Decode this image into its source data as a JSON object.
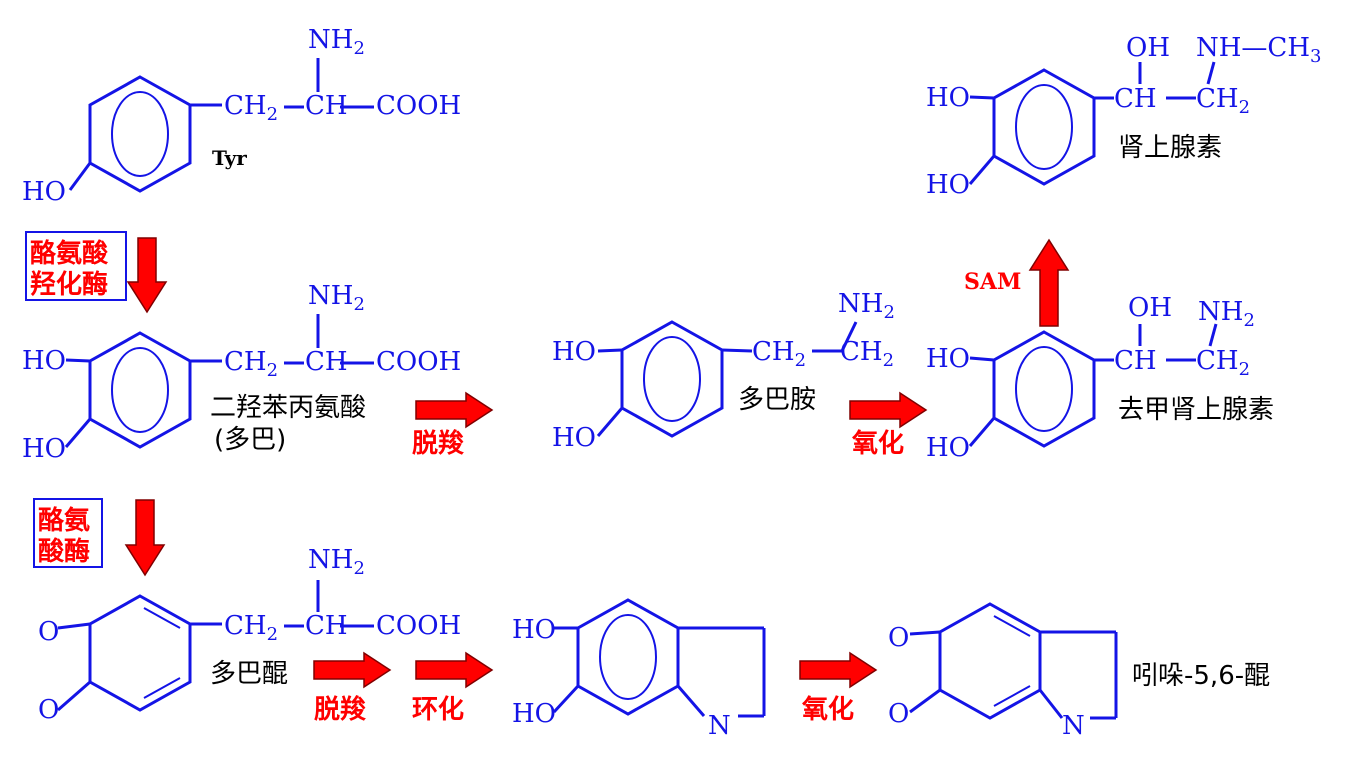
{
  "colors": {
    "structure": "#1414e6",
    "arrow": "#ff0000",
    "label": "#000000"
  },
  "groups": {
    "nh2": "NH",
    "two": "2",
    "ch": "CH",
    "cooh": "COOH",
    "ho": "HO",
    "oh": "OH",
    "o": "O",
    "n": "N",
    "nh_ch3": "NH—CH",
    "three": "3",
    "sam": "SAM",
    "dash": "—"
  },
  "compounds": {
    "tyr": "Tyr",
    "dopa_line1": "二羟苯丙氨酸",
    "dopa_line2": "(多巴)",
    "dopamine": "多巴胺",
    "norepinephrine": "去甲肾上腺素",
    "epinephrine": "肾上腺素",
    "dopaquinone": "多巴醌",
    "indole_quinone": "吲哚-5,6-醌"
  },
  "enzymes": {
    "tyrosine_hydroxylase_1": "酪氨酸",
    "tyrosine_hydroxylase_2": "羟化酶",
    "tyrosinase_1": "酪氨",
    "tyrosinase_2": "酸酶"
  },
  "reactions": {
    "decarboxylation_1": "脱羧",
    "oxidation_1": "氧化",
    "decarboxylation_2": "脱羧",
    "cyclization": "环化",
    "oxidation_2": "氧化"
  }
}
